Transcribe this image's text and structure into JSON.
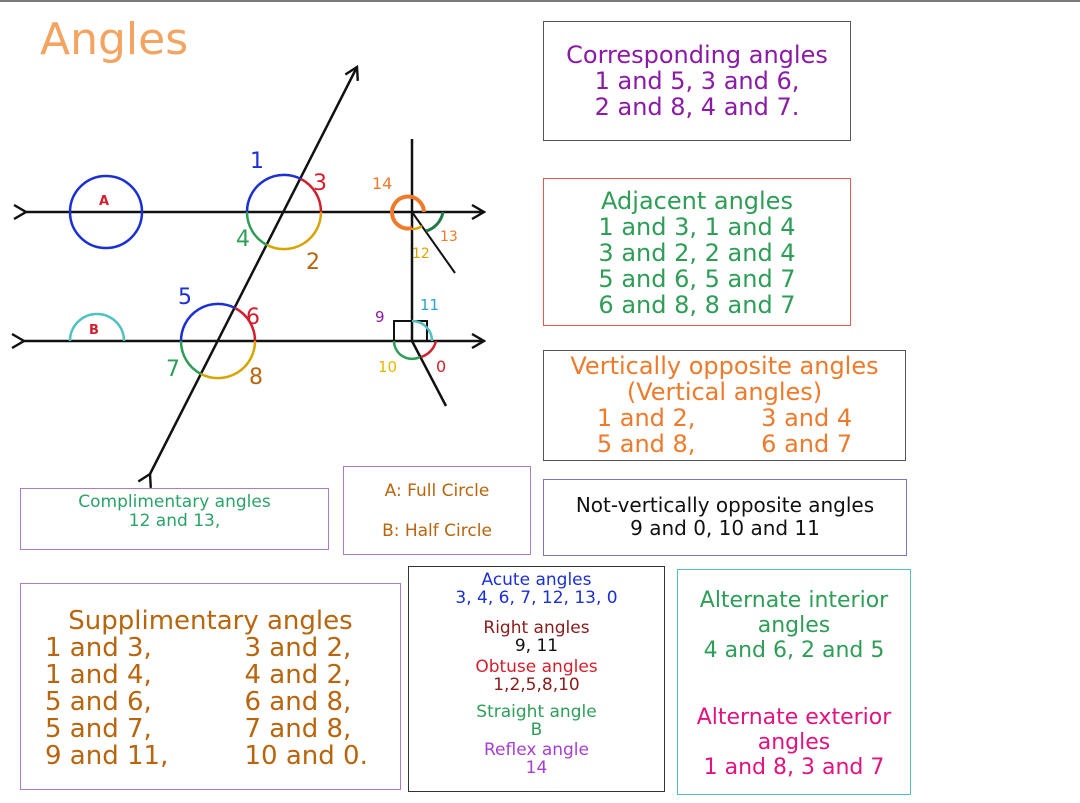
{
  "title": "Angles",
  "diagram": {
    "angle_labels": [
      "1",
      "3",
      "4",
      "2",
      "14",
      "13",
      "12",
      "5",
      "6",
      "7",
      "8",
      "9",
      "11",
      "10",
      "0"
    ],
    "circle_labels": [
      "A",
      "B"
    ]
  },
  "corresponding": {
    "lines": [
      "Corresponding angles",
      "1 and 5, 3 and 6,",
      "2 and 8, 4 and 7."
    ]
  },
  "adjacent": {
    "lines": [
      "Adjacent angles",
      "1 and 3, 1 and 4",
      "3 and 2, 2 and 4",
      "5 and 6, 5 and 7",
      "6 and 8, 8 and 7"
    ]
  },
  "vertical": {
    "heading1": "Vertically opposite angles",
    "heading2": "(Vertical angles)",
    "row1": [
      "1 and 2,",
      "3 and 4"
    ],
    "row2": [
      "5 and 8,",
      "6 and 7"
    ]
  },
  "complimentary": {
    "lines": [
      "Complimentary angles",
      "12 and 13,"
    ]
  },
  "circles": {
    "a": "A: Full Circle",
    "b": "B: Half Circle"
  },
  "not_vertical": {
    "lines": [
      "Not-vertically opposite angles",
      "9 and 0, 10 and 11"
    ]
  },
  "supplementary": {
    "heading": "Supplimentary angles",
    "rows": [
      [
        "1 and 3,",
        "3 and 2,"
      ],
      [
        "1 and 4,",
        "4 and 2,"
      ],
      [
        "5 and 6,",
        "6 and 8,"
      ],
      [
        "5 and 7,",
        "7 and 8,"
      ],
      [
        "9 and 11,",
        "10 and 0."
      ]
    ]
  },
  "types": {
    "acute": [
      "Acute angles",
      "3, 4, 6, 7, 12, 13, 0"
    ],
    "right": [
      "Right angles",
      "9, 11"
    ],
    "obtuse": [
      "Obtuse angles",
      "1,2,5,8,10"
    ],
    "straight": [
      "Straight angle",
      "B"
    ],
    "reflex": [
      "Reflex angle",
      "14"
    ]
  },
  "alternate": {
    "interior": [
      "Alternate interior",
      "angles",
      "4 and 6, 2 and 5"
    ],
    "exterior": [
      "Alternate exterior",
      "angles",
      "1 and 8, 3 and 7"
    ]
  },
  "colors": {
    "title": "#f4a460",
    "purple": "#8b1aa6",
    "green": "#2e9e57",
    "orange": "#ee7a2b",
    "blue": "#1b2fd6",
    "red": "#d1202d",
    "brown": "#b8650d",
    "magenta": "#e0137f",
    "teal": "#2aa36a"
  }
}
